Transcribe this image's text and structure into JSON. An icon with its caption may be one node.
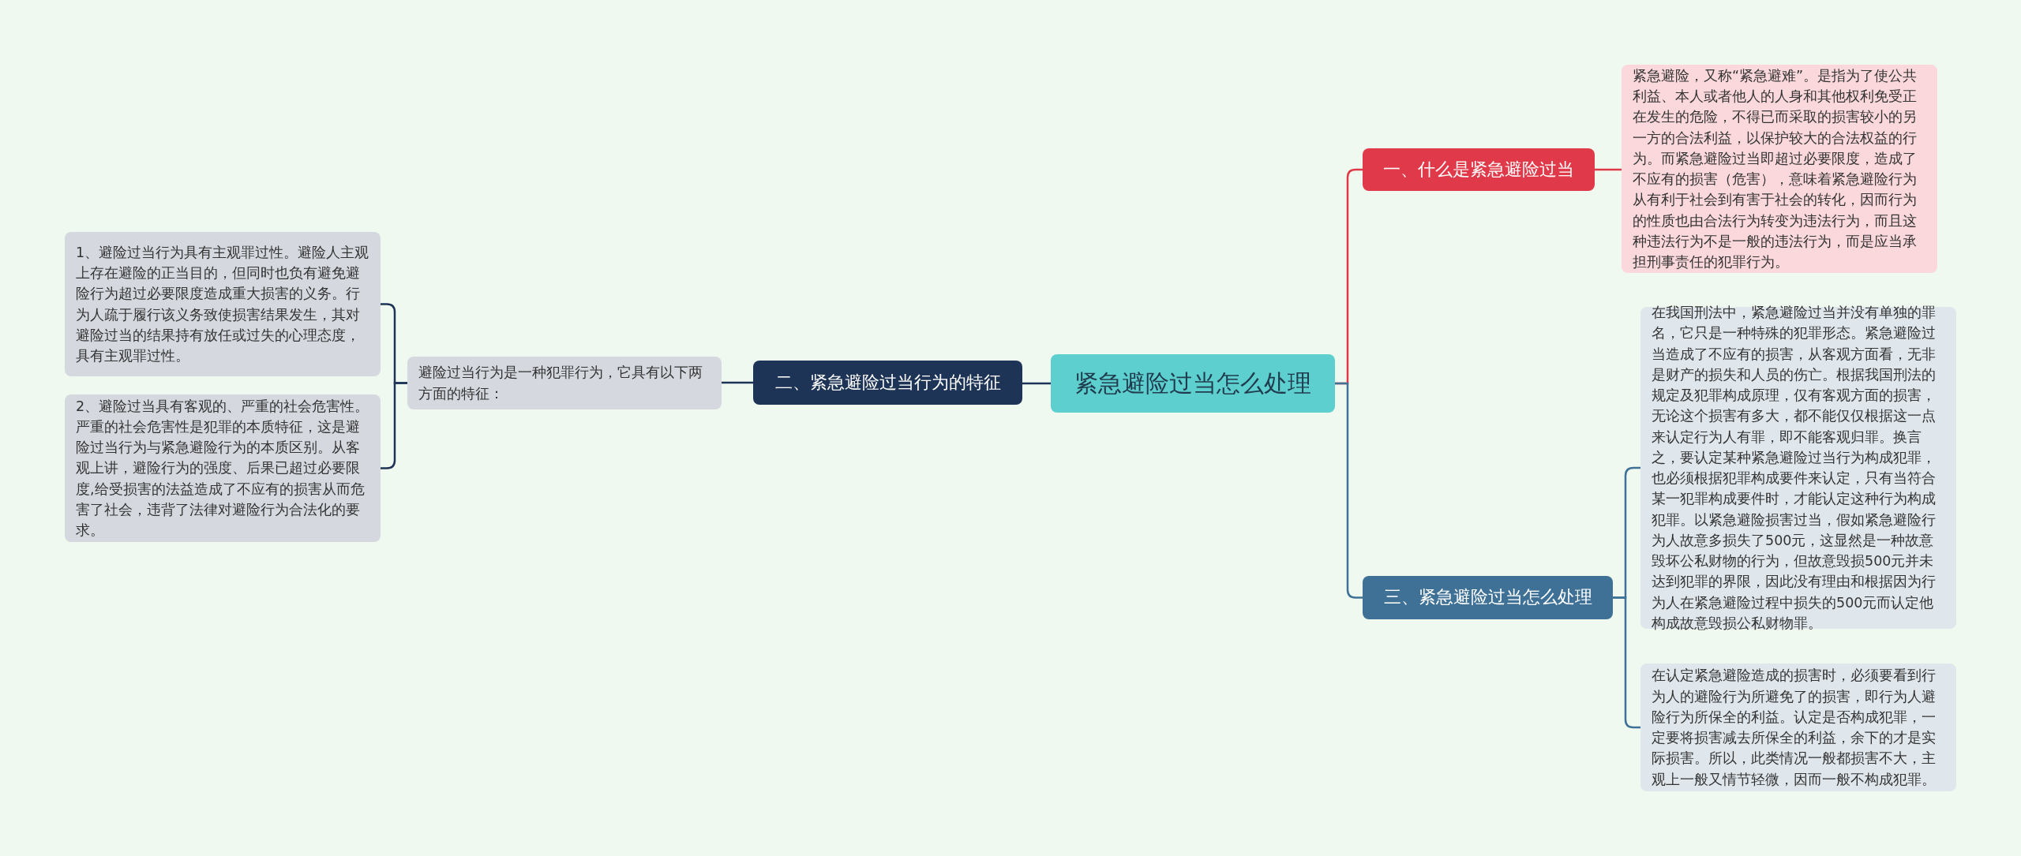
{
  "diagram": {
    "nodes": [
      {
        "text": [
          "紧急避险过当怎么处理"
        ]
      },
      {
        "text": [
          "一、什么是紧急避险过当"
        ]
      },
      {
        "text": [
          "紧急避险，又称“紧急避难”。是指为了使公共利益、本人或者他人的人身和其他权利免受正在发生的危险，不得已而采取的损害较小的另一方的合法利益，以保护较大的合法权益的行为。而紧急避险过当即超过必要限度，造成了不应有的损害（危害），意味着紧急避险行为从有利于社会到有害于社会的转化，因而行为的性质也由合法行为转变为违法行为，而且这种违法行为不是一般的违法行为，而是应当承担刑事责任的犯罪行为。"
        ]
      },
      {
        "text": [
          "二、紧急避险过当行为的特征"
        ]
      },
      {
        "text": [
          "避险过当行为是一种犯罪行为，它具有以下两方面的特征："
        ]
      },
      {
        "text": [
          "1、避险过当行为具有主观罪过性。避险人主观上存在避险的正当目的，但同时也负有避免避险行为超过必要限度造成重大损害的义务。行为人疏于履行该义务致使损害结果发生，其对避险过当的结果持有放任或过失的心理态度，具有主观罪过性。"
        ]
      },
      {
        "text": [
          "2、避险过当具有客观的、严重的社会危害性。严重的社会危害性是犯罪的本质特征，这是避险过当行为与紧急避险行为的本质区别。从客观上讲，避险行为的强度、后果已超过必要限度,给受损害的法益造成了不应有的损害从而危害了社会，违背了法律对避险行为合法化的要求。"
        ]
      },
      {
        "text": [
          "三、紧急避险过当怎么处理"
        ]
      },
      {
        "text": [
          "在我国刑法中，紧急避险过当并没有单独的罪名，它只是一种特殊的犯罪形态。紧急避险过当造成了不应有的损害，从客观方面看，无非是财产的损失和人员的伤亡。根据我国刑法的规定及犯罪构成原理，仅有客观方面的损害，无论这个损害有多大，都不能仅仅根据这一点来认定行为人有罪，即不能客观归罪。换言之，要认定某种紧急避险过当行为构成犯罪，也必须根据犯罪构成要件来认定，只有当符合某一犯罪构成要件时，才能认定这种行为构成犯罪。以紧急避险损害过当，假如紧急避险行为人故意多损失了500元，这显然是一种故意毁坏公私财物的行为，但故意毁损500元并未达到犯罪的界限，因此没有理由和根据因为行为人在紧急避险过程中损失的500元而认定他构成故意毁损公私财物罪。"
        ]
      },
      {
        "text": [
          "在认定紧急避险造成的损害时，必须要看到行为人的避险行为所避免了的损害，即行为人避险行为所保全的利益。认定是否构成犯罪，一定要将损害减去所保全的利益，余下的才是实际损害。所以，此类情况一般都损害不大，主观上一般又情节轻微，因而一般不构成犯罪。"
        ]
      }
    ],
    "edges": [
      {
        "from": 0,
        "to": 1,
        "arrow": "none",
        "color": "#e03a4a"
      },
      {
        "from": 1,
        "to": 2,
        "arrow": "none",
        "color": "#e03a4a"
      },
      {
        "from": 0,
        "to": 3,
        "arrow": "none"
      },
      {
        "from": 3,
        "to": 4,
        "arrow": "none"
      },
      {
        "from": 4,
        "to": 5,
        "arrow": "none"
      },
      {
        "from": 4,
        "to": 6,
        "arrow": "none"
      },
      {
        "from": 0,
        "to": 7,
        "arrow": "none",
        "color": "#3f7196"
      },
      {
        "from": 7,
        "to": 8,
        "arrow": "none",
        "color": "#3f7196"
      },
      {
        "from": 7,
        "to": 9,
        "arrow": "none",
        "color": "#3f7196"
      }
    ]
  }
}
